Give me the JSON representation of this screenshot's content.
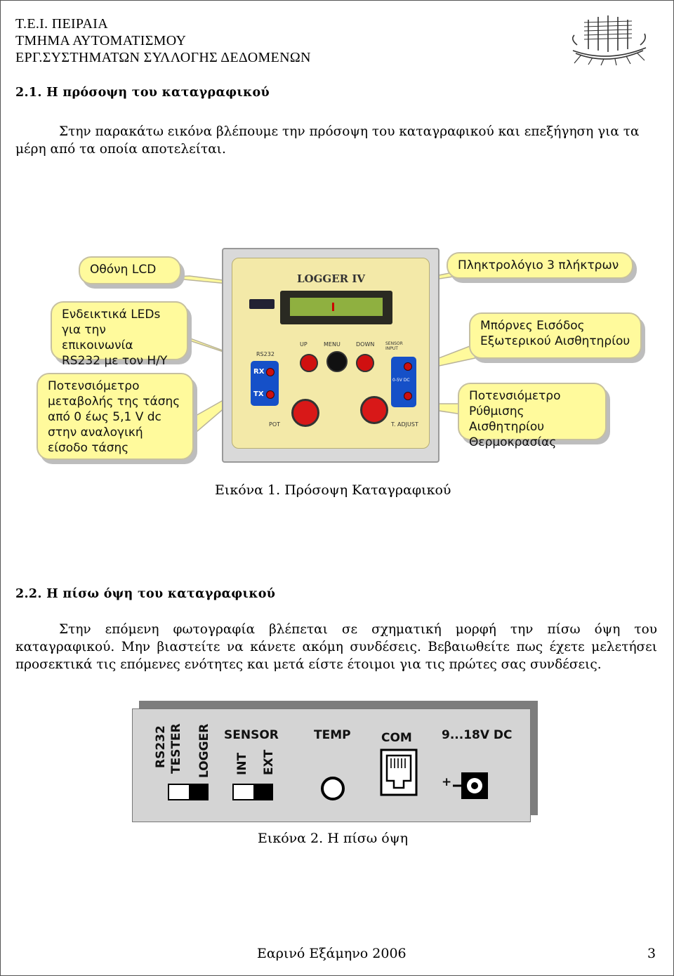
{
  "header": {
    "line1": "Τ.Ε.Ι. ΠΕΙΡΑΙΑ",
    "line2": "ΤΜΗΜΑ ΑΥΤΟΜΑΤΙΣΜΟΥ",
    "line3": "ΕΡΓ.ΣΥΣΤΗΜΑΤΩΝ ΣΥΛΛΟΓΗΣ ΔΕΔΟΜΕΝΩΝ",
    "logo_icon": "ship-logo-icon"
  },
  "section1": {
    "heading": "2.1. Η πρόσοψη του καταγραφικού",
    "text": "Στην παρακάτω εικόνα βλέπουμε την πρόσοψη του καταγραφικού και επεξήγηση για τα μέρη από τα οποία αποτελείται."
  },
  "figure1": {
    "caption": "Εικόνα 1. Πρόσοψη Καταγραφικού",
    "callouts": {
      "lcd": "Οθόνη LCD",
      "leds": [
        "Ενδεικτικά LEDs",
        "για την επικοινωνία",
        "RS232 με τον Η/Υ"
      ],
      "pot_voltage": [
        "Ποτενσιόμετρο",
        "μεταβολής της τάσης",
        "από 0 έως 5,1 V dc",
        "στην αναλογική",
        "είσοδο τάσης"
      ],
      "keypad": "Πληκτρολόγιο 3 πλήκτρων",
      "sensor_input": [
        "Μπόρνες Εισόδος",
        "Εξωτερικού Αισθητηρίου"
      ],
      "pot_temp": [
        "Ποτενσιόμετρο",
        "Ρύθμισης Αισθητηρίου",
        "Θερμοκρασίας"
      ]
    },
    "device": {
      "title": "LOGGER IV",
      "labels": {
        "rs232": "RS232",
        "up": "UP",
        "menu": "MENU",
        "down": "DOWN",
        "sensor_input": "SENSOR INPUT",
        "rx": "RX",
        "tx": "TX",
        "pot": "POT",
        "t_adjust": "T. ADJUST",
        "range": "0-5V DC"
      }
    }
  },
  "section2": {
    "heading": "2.2. Η πίσω όψη του καταγραφικού",
    "text": "Στην επόμενη φωτογραφία βλέπεται σε σχηματική μορφή την πίσω όψη του καταγραφικού. Μην βιαστείτε να κάνετε ακόμη συνδέσεις. Βεβαιωθείτε πως έχετε μελετήσει προσεκτικά τις επόμενες ενότητες και μετά είστε έτοιμοι για τις πρώτες σας συνδέσεις."
  },
  "figure2": {
    "caption": "Εικόνα 2. Η πίσω όψη",
    "labels": {
      "rs232": "RS232",
      "tester": "TESTER",
      "logger": "LOGGER",
      "sensor": "SENSOR",
      "int": "INT",
      "ext": "EXT",
      "temp": "TEMP",
      "com": "COM",
      "power": "9...18V DC",
      "plus": "+"
    }
  },
  "footer": {
    "semester": "Εαρινό Εξάμηνο 2006",
    "page": "3"
  }
}
